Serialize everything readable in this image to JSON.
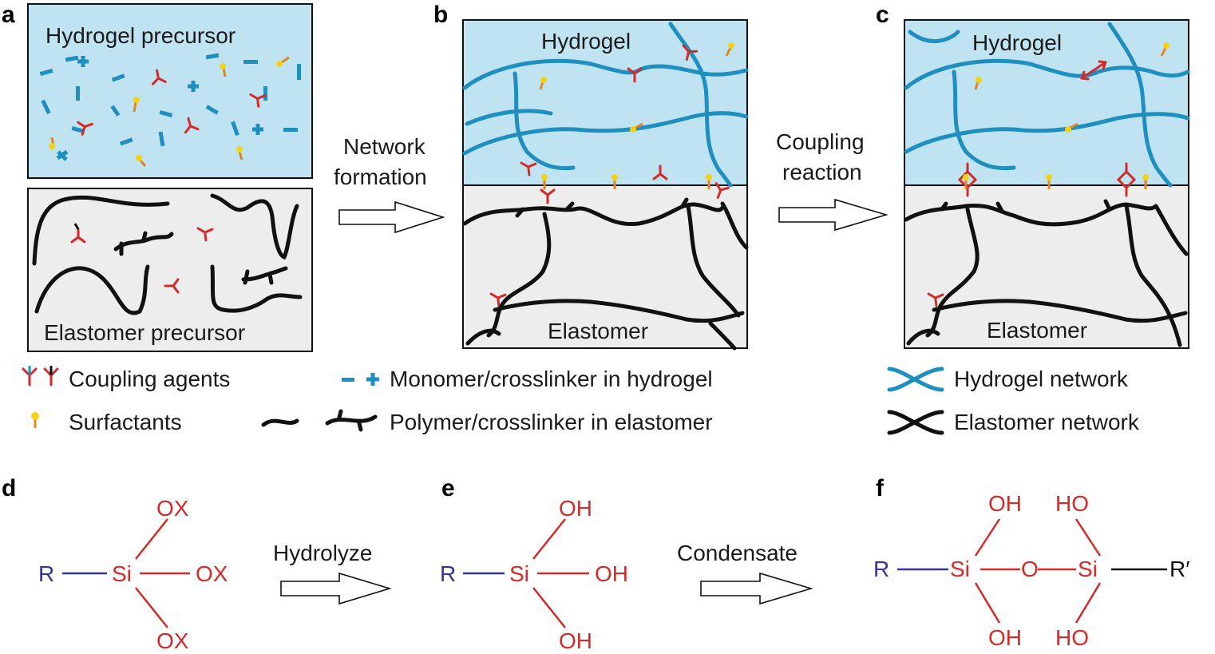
{
  "panels": {
    "a": "a",
    "b": "b",
    "c": "c",
    "d": "d",
    "e": "e",
    "f": "f"
  },
  "panel_a": {
    "hydrogel_label": "Hydrogel precursor",
    "elastomer_label": "Elastomer precursor"
  },
  "panel_b": {
    "hydrogel_label": "Hydrogel",
    "elastomer_label": "Elastomer"
  },
  "panel_c": {
    "hydrogel_label": "Hydrogel",
    "elastomer_label": "Elastomer"
  },
  "arrows": {
    "ab_line1": "Network",
    "ab_line2": "formation",
    "bc_line1": "Coupling",
    "bc_line2": "reaction",
    "de": "Hydrolyze",
    "ef": "Condensate"
  },
  "legend": {
    "coupling": "Coupling agents",
    "surfactants": "Surfactants",
    "monomer": "Monomer/crosslinker in hydrogel",
    "polymer": "Polymer/crosslinker in elastomer",
    "hydrogel_network": "Hydrogel network",
    "elastomer_network": "Elastomer network"
  },
  "chem_d": {
    "r": "R",
    "si": "Si",
    "top": "OX",
    "right": "OX",
    "bottom": "OX"
  },
  "chem_e": {
    "r": "R",
    "si": "Si",
    "top": "OH",
    "right": "OH",
    "bottom": "OH"
  },
  "chem_f": {
    "r": "R",
    "si1": "Si",
    "o": "O",
    "si2": "Si",
    "r2": "R′",
    "oh_tl": "OH",
    "oh_bl": "OH",
    "ho_tr": "HO",
    "ho_br": "HO"
  },
  "colors": {
    "hydrogel_bg": "#bfe3f1",
    "elastomer_bg": "#ededed",
    "hydrogel_chain": "#1f8fc0",
    "coupling_red": "#d42a2a",
    "surfactant_yellow": "#f3d21a",
    "surfactant_orange": "#e2861f",
    "r_blue": "#343493"
  }
}
